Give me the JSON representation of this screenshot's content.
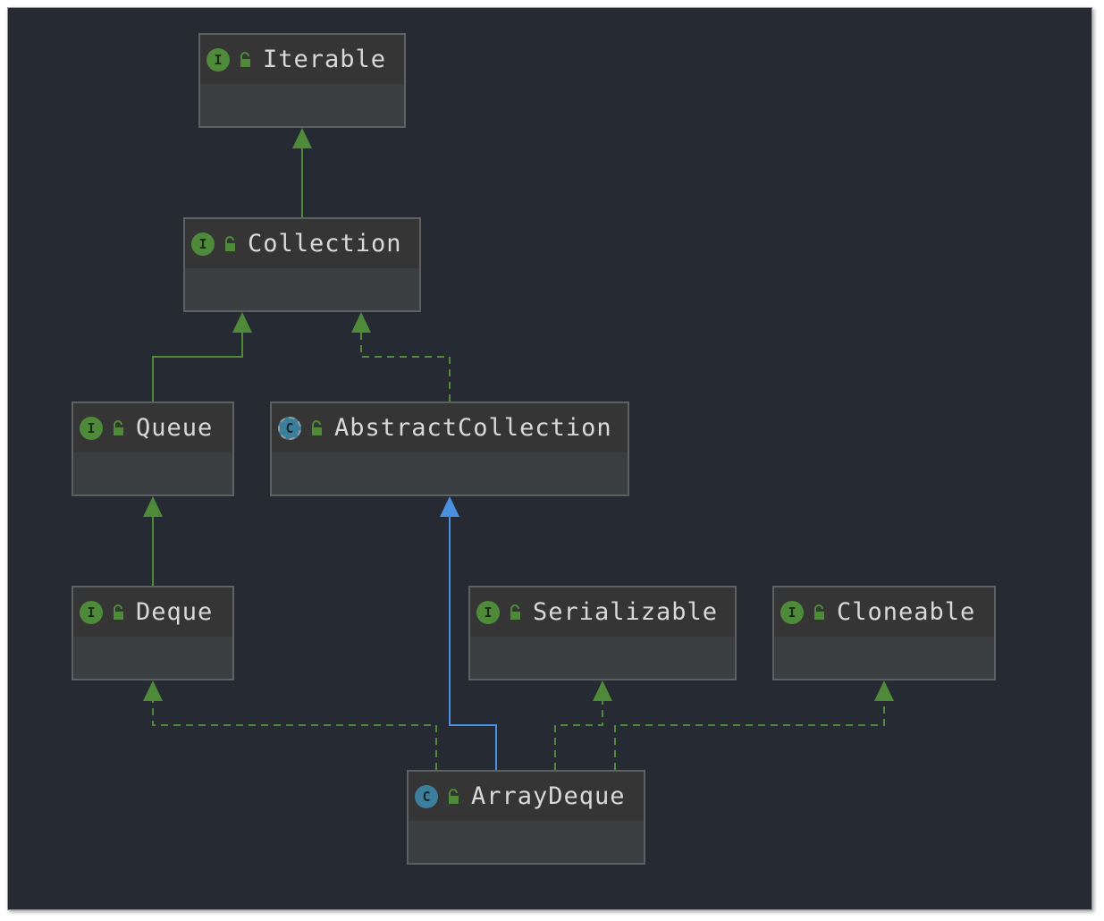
{
  "colors": {
    "background": "#262a33",
    "interface_edge": "#4e8a3a",
    "class_edge": "#4a90e2",
    "node_fill": "#3c3f41",
    "node_border": "#5e6164",
    "text": "#d9d9d9"
  },
  "nodes": [
    {
      "id": "iterable",
      "name": "Iterable",
      "kind": "interface",
      "badge": "I"
    },
    {
      "id": "collection",
      "name": "Collection",
      "kind": "interface",
      "badge": "I"
    },
    {
      "id": "queue",
      "name": "Queue",
      "kind": "interface",
      "badge": "I"
    },
    {
      "id": "abstractcollection",
      "name": "AbstractCollection",
      "kind": "abstract-class",
      "badge": "C"
    },
    {
      "id": "deque",
      "name": "Deque",
      "kind": "interface",
      "badge": "I"
    },
    {
      "id": "serializable",
      "name": "Serializable",
      "kind": "interface",
      "badge": "I"
    },
    {
      "id": "cloneable",
      "name": "Cloneable",
      "kind": "interface",
      "badge": "I"
    },
    {
      "id": "arraydeque",
      "name": "ArrayDeque",
      "kind": "class",
      "badge": "C"
    }
  ],
  "edges": [
    {
      "from": "collection",
      "to": "iterable",
      "type": "extends"
    },
    {
      "from": "queue",
      "to": "collection",
      "type": "extends"
    },
    {
      "from": "abstractcollection",
      "to": "collection",
      "type": "implements"
    },
    {
      "from": "deque",
      "to": "queue",
      "type": "extends"
    },
    {
      "from": "arraydeque",
      "to": "abstractcollection",
      "type": "extends-class"
    },
    {
      "from": "arraydeque",
      "to": "deque",
      "type": "implements"
    },
    {
      "from": "arraydeque",
      "to": "serializable",
      "type": "implements"
    },
    {
      "from": "arraydeque",
      "to": "cloneable",
      "type": "implements"
    }
  ]
}
